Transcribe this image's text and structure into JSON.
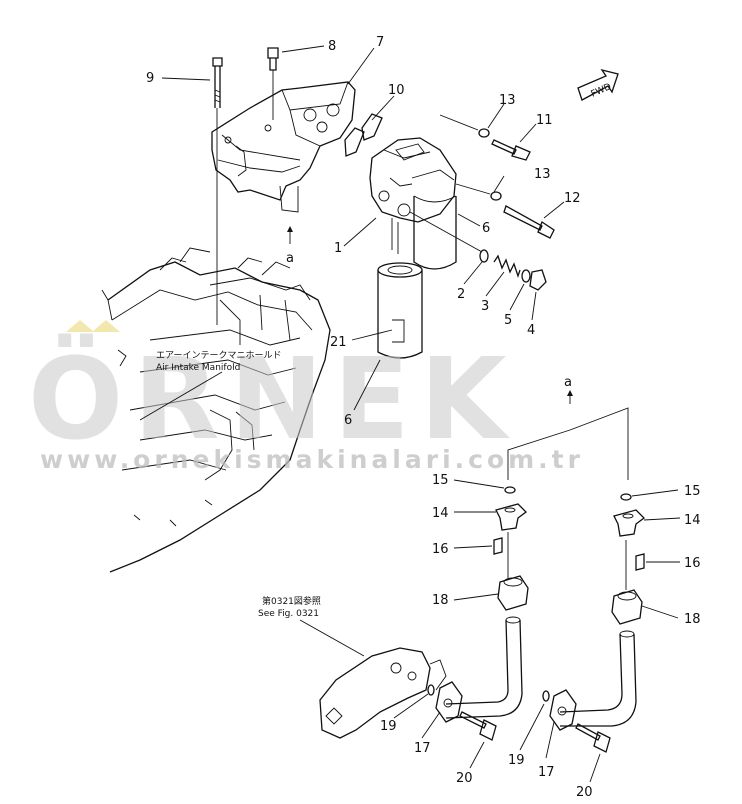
{
  "watermark": {
    "brand": "ÖRNEK",
    "url": "www.ornekismakinalari.com.tr"
  },
  "notes": {
    "manifold_jp": "エアーインテークマニホールド",
    "manifold_en": "Air Intake Manifold",
    "see_fig_jp": "第0321図参照",
    "see_fig_en": "See Fig. 0321",
    "fwd": "FWD",
    "ref_a_top": "a",
    "ref_a_pipe": "a"
  },
  "callouts": {
    "c1": "1",
    "c2": "2",
    "c3": "3",
    "c4": "4",
    "c5": "5",
    "c6a": "6",
    "c6b": "6",
    "c7": "7",
    "c8": "8",
    "c9": "9",
    "c10": "10",
    "c11": "11",
    "c12": "12",
    "c13a": "13",
    "c13b": "13",
    "c14a": "14",
    "c14b": "14",
    "c15a": "15",
    "c15b": "15",
    "c16a": "16",
    "c16b": "16",
    "c17a": "17",
    "c17b": "17",
    "c18a": "18",
    "c18b": "18",
    "c19a": "19",
    "c19b": "19",
    "c20a": "20",
    "c20b": "20",
    "c21": "21"
  }
}
